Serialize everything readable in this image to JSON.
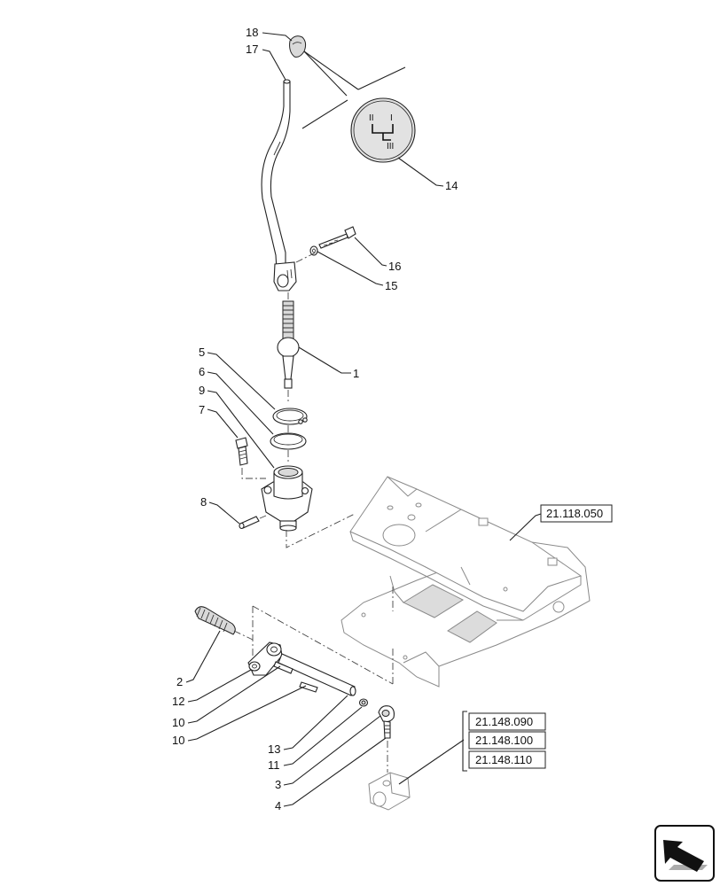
{
  "callouts": {
    "c18": "18",
    "c17": "17",
    "c14": "14",
    "c16": "16",
    "c15": "15",
    "c1": "1",
    "c5": "5",
    "c6": "6",
    "c9": "9",
    "c7": "7",
    "c8": "8",
    "c2": "2",
    "c12": "12",
    "c10a": "10",
    "c10b": "10",
    "c13": "13",
    "c11": "11",
    "c3": "3",
    "c4": "4"
  },
  "refs": {
    "r1": "21.118.050",
    "r2": "21.148.090",
    "r3": "21.148.100",
    "r4": "21.148.110"
  },
  "shift_pattern": {
    "top_left": "II",
    "top_right": "I",
    "bottom_right": "III"
  },
  "icons": {
    "corner": "navigate-back-arrow-icon"
  }
}
